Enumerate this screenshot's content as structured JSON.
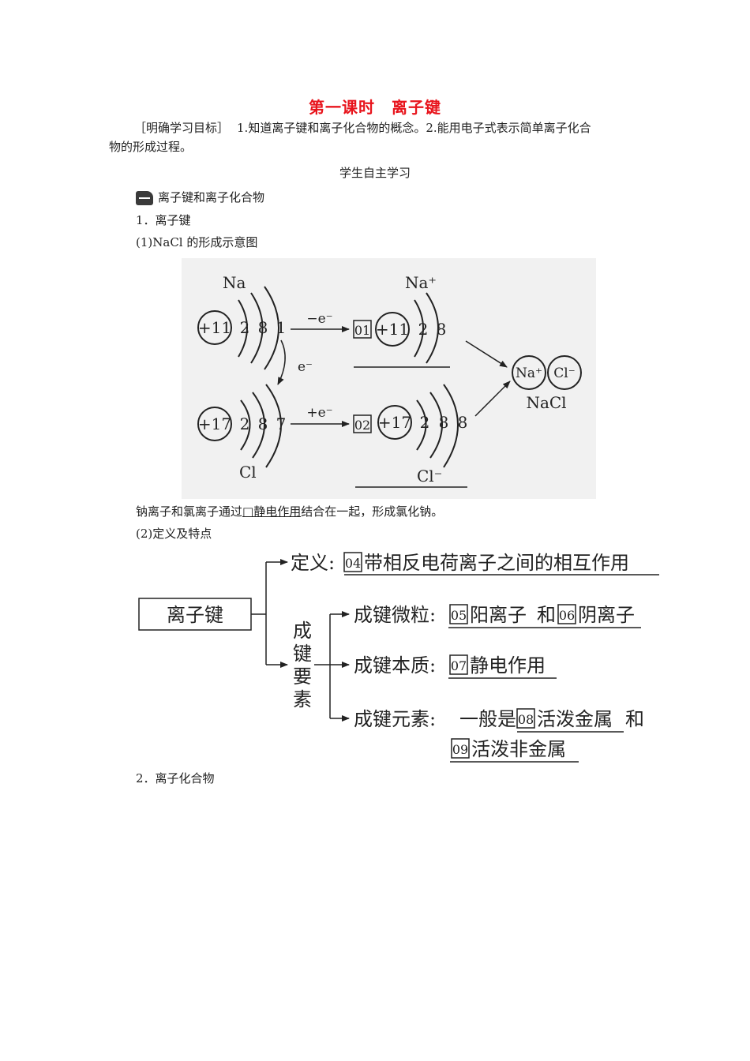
{
  "title": "第一课时　离子键",
  "goal_label": "［明确学习目标］",
  "goal_text_line1": "1.知道离子键和离子化合物的概念。2.能用电子式表示简单离子化合",
  "goal_text_line2": "物的形成过程。",
  "section_title": "学生自主学习",
  "heading_1": "离子键和离子化合物",
  "item_1": "1．离子键",
  "sub_1": "(1)NaCl 的形成示意图",
  "nacl_figure": {
    "na_label": "Na",
    "na_nucleus": "+11",
    "na_shells": [
      "2",
      "8",
      "1"
    ],
    "arrow_lose": "−e⁻",
    "electron_transfer": "e⁻",
    "box_01": "01",
    "na_ion_label": "Na⁺",
    "na_ion_nucleus": "+11",
    "na_ion_shells": [
      "2",
      "8"
    ],
    "cl_label": "Cl",
    "cl_nucleus": "+17",
    "cl_shells": [
      "2",
      "8",
      "7"
    ],
    "arrow_gain": "+e⁻",
    "box_02": "02",
    "cl_ion_label": "Cl⁻",
    "cl_ion_nucleus": "+17",
    "cl_ion_shells": [
      "2",
      "8",
      "8"
    ],
    "product_na": "Na⁺",
    "product_cl": "Cl⁻",
    "product_label": "NaCl"
  },
  "caption_pre": "钠离子和氯离子通过",
  "caption_answer": "□静电作用",
  "caption_post": "结合在一起，形成氯化钠。",
  "sub_2": "(2)定义及特点",
  "concept_map": {
    "root": "离子键",
    "definition_label": "定义:",
    "box_04": "04",
    "definition": "带相反电荷离子之间的相互作用",
    "factors_label": [
      "成",
      "键",
      "要",
      "素"
    ],
    "particles_label": "成键微粒:",
    "box_05": "05",
    "particle_1": "阳离子",
    "and_1": "和",
    "box_06": "06",
    "particle_2": "阴离子",
    "essence_label": "成键本质:",
    "box_07": "07",
    "essence": "静电作用",
    "elements_label": "成键元素:",
    "elements_pre": "一般是",
    "box_08": "08",
    "element_1": "活泼金属",
    "and_2": "和",
    "box_09": "09",
    "element_2": "活泼非金属"
  },
  "item_2": "2．离子化合物"
}
